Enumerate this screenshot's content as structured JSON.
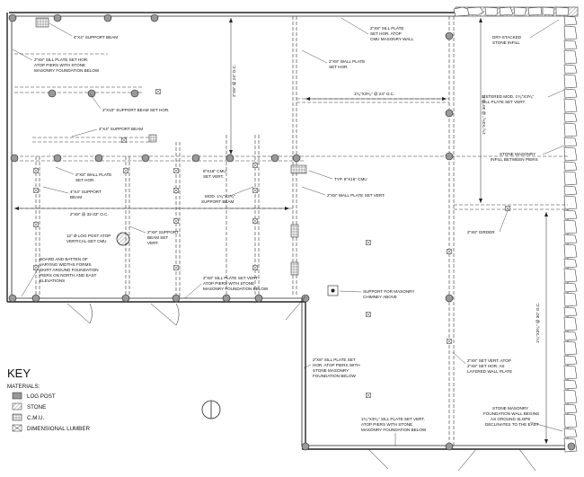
{
  "labels": {
    "beam_4x4_top": "4\"X4\" SUPPORT BEAM",
    "sill_top_left": [
      "2\"X8\" SILL PLATE SET HOR.",
      "ATOP PIERS WITH STONE",
      "MASONRY FOUNDATION BELOW"
    ],
    "beam_2x10": "2\"X10\" SUPPORT BEAM SET HOR.",
    "beam_4x4_mid": "4\"X4\" SUPPORT BEAM",
    "wall_plate_left": [
      "2\"X8\" WALL PLATE",
      "SET HOR."
    ],
    "beam_4x4_left": [
      "4\"X4\" SUPPORT",
      "BEAM"
    ],
    "joists_left": "2\"X8\" @ 32-33\" O.C.",
    "log_post": [
      "12\" Ø LOG POST ATOP",
      "VERTICAL-SET CMU"
    ],
    "beam_2x8_vert": [
      "2\"X8\" SUPPORT",
      "BEAM SET",
      "VERT."
    ],
    "skirt": [
      "BOARD AND BATTEN OF",
      "VARYING WIDTHS FORMS",
      "SKIRT AROUND FOUNDATION",
      "PIERS ON NORTH AND EAST",
      "ELEVATIONS"
    ],
    "cmu_vert": [
      "8\"X16\" CMU",
      "SET VERT."
    ],
    "mod_beam": [
      "MOD. 1⁵⁄₈\"X3⁵⁄₈\"",
      "SUPPORT BEAM"
    ],
    "sill_bottom_left": [
      "2\"X8\" SILL PLATE SET VERT.",
      "ATOP PIERS WITH STONE",
      "MASONRY FOUNDATION BELOW"
    ],
    "joists_vert_left": "2\"X8\" @ 24\" O.C.",
    "sill_top_right": [
      "2\"X8\" SILL PLATE",
      "SET HOR. ATOP",
      "CMU MASONRY WALL"
    ],
    "wall_plate_top": [
      "2\"X8\" WALL PLATE",
      "SET HOR."
    ],
    "joists_mid": "1⁵⁄₈\"X3⁵⁄₈\" @ 24\" O.C.",
    "stone_infill_top": [
      "DRY-STACKED",
      "STONE INFILL"
    ],
    "sistered": [
      "SISTERED MOD. 1⁵⁄₈\"X3⁵⁄₈\"",
      "SILL PLATE SET VERT."
    ],
    "joists_right": "1⁵⁄₈\"X3⁵⁄₈\" @ 30\" O.C.",
    "stone_infill_piers": [
      "STONE MASONRY",
      "INFILL BETWEEN PIERS"
    ],
    "cmu_typ": "TYP. 8\"X16\" CMU",
    "wall_plate_vert": "2\"X8\" WALL PLATE SET VERT.",
    "girder": "2\"X8\" GIRDER",
    "chimney": [
      "SUPPORT FOR MASONRY",
      "CHIMNEY ABOVE"
    ],
    "sill_mid": [
      "2\"X8\" SILL PLATE SET",
      "HOR. ATOP PIERS WITH",
      "STONE MASONRY",
      "FOUNDATION BELOW"
    ],
    "set_vert_right": [
      "2\"X8\" SET VERT. ATOP",
      "2\"X8\" SET HOR. AS",
      "LAYERED WALL PLATE"
    ],
    "joists_right_low": "1⁵⁄₈\"X3⁵⁄₈\" @ 30\" O.C.",
    "sill_bottom_mid": [
      "1⁵⁄₈\"X3⁵⁄₈\" SILL PLATE SET VERT.",
      "ATOP PIERS WITH STONE",
      "MASONRY FOUNDATION BELOW"
    ],
    "foundation_wall": [
      "STONE MASONRY",
      "FOUNDATION WALL BEGINS",
      "AS GROUND SLOPE",
      "DECLINATES TO THE EAST"
    ]
  },
  "key": {
    "title": "KEY",
    "materials_heading": "MATERIALS:",
    "items": [
      "LOG POST",
      "STONE",
      "C.M.U.",
      "DIMENSIONAL LUMBER"
    ]
  }
}
